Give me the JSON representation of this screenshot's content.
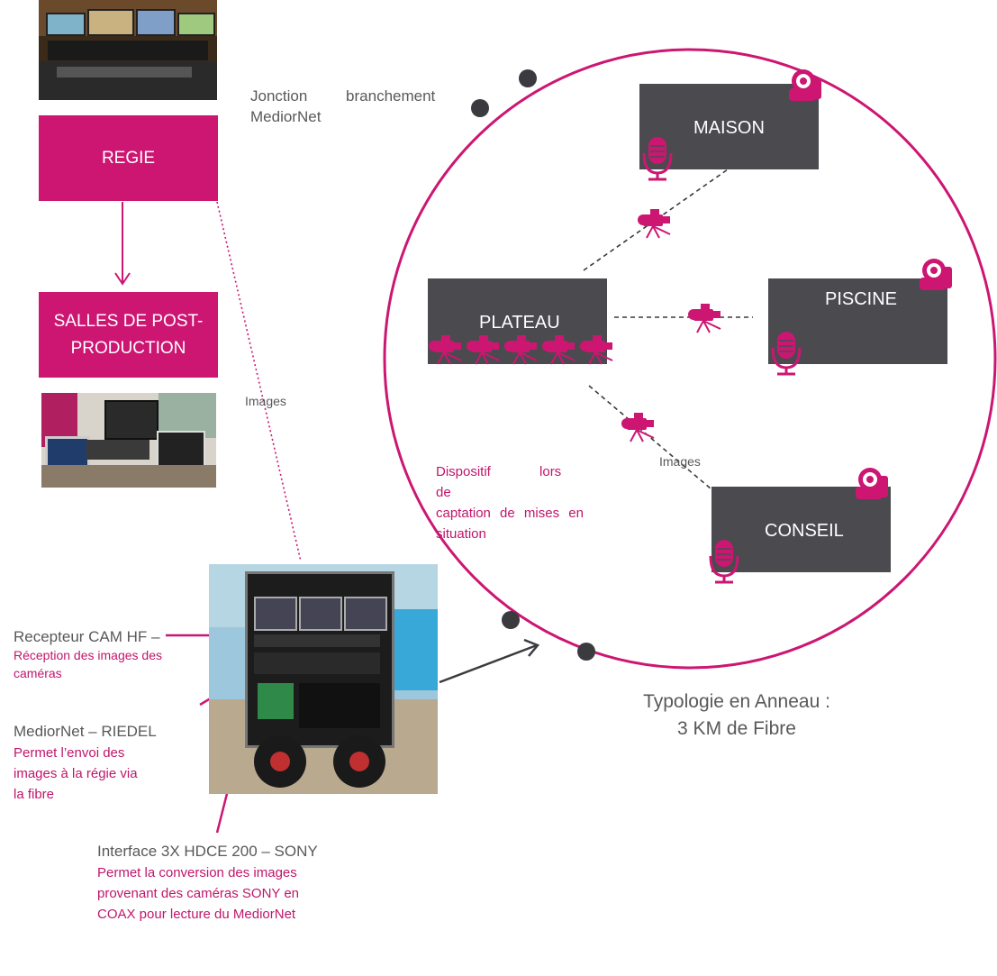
{
  "boxes": {
    "regie": "REGIE",
    "post_line1": "SALLES DE POST-",
    "post_line2": "PRODUCTION",
    "maison": "MAISON",
    "plateau": "PLATEAU",
    "piscine": "PISCINE",
    "conseil": "CONSEIL"
  },
  "labels": {
    "jonction_line1": "Jonction branchement",
    "jonction_line2": "MediorNet",
    "images_left": "Images",
    "images_right": "Images",
    "dispositif_line1": "Dispositif lors de",
    "dispositif_line2": "captation de mises en",
    "dispositif_line3": "situation",
    "typologie_line1": "Typologie en Anneau :",
    "typologie_line2": "3 KM de Fibre"
  },
  "captions": {
    "recepteur_title": "Recepteur CAM HF –",
    "recepteur_desc_line1": "Réception des images des",
    "recepteur_desc_line2": "caméras",
    "mediornet_title": "MediorNet – RIEDEL",
    "mediornet_desc_line1": "Permet l’envoi des",
    "mediornet_desc_line2": "images à la régie via",
    "mediornet_desc_line3": "la fibre",
    "interface_title": "Interface 3X HDCE 200 – SONY",
    "interface_desc_line1": "Permet la conversion des images",
    "interface_desc_line2": "provenant des caméras SONY en",
    "interface_desc_line3": "COAX pour lecture du MediorNet"
  },
  "colors": {
    "accent": "#cc1672",
    "box_grey": "#4a4a4f",
    "text_grey": "#595959",
    "connector": "#3a3a3f"
  },
  "icons": {
    "camera": "broadcast-camera-icon",
    "microphone": "microphone-icon",
    "ptz": "ptz-camera-icon"
  }
}
